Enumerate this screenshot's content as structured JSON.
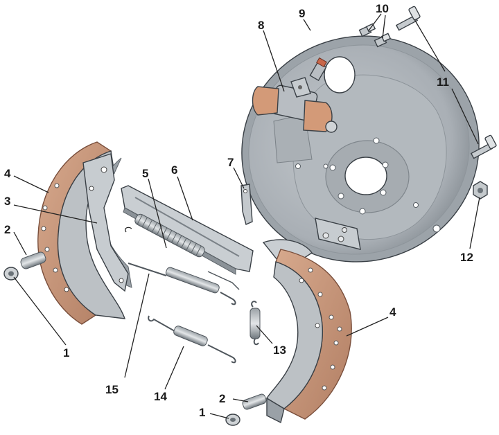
{
  "labels": {
    "l1a": "1",
    "l1b": "1",
    "l2a": "2",
    "l2b": "2",
    "l3": "3",
    "l4a": "4",
    "l4b": "4",
    "l5": "5",
    "l6": "6",
    "l7": "7",
    "l8": "8",
    "l9": "9",
    "l10": "10",
    "l11": "11",
    "l12": "12",
    "l13": "13",
    "l14": "14",
    "l15": "15"
  },
  "colors": {
    "metal": "#b9bec3",
    "metal_dark": "#7c848b",
    "metal_light": "#dde1e4",
    "lining": "#c8977a",
    "lining_dark": "#9c6b52",
    "cylinder": "#d39a78"
  }
}
